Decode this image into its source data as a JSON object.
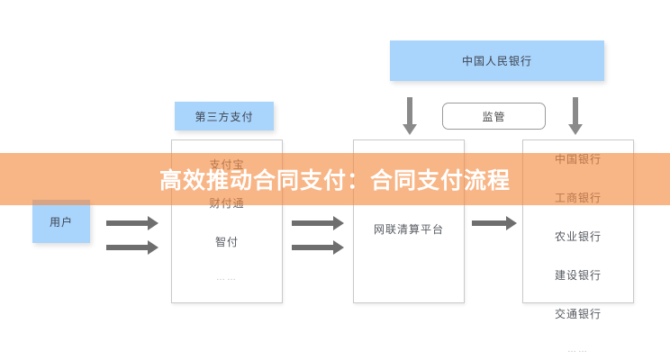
{
  "overlay": {
    "title": "高效推动合同支付：合同支付流程",
    "band_color": "#f4883c",
    "text_color": "#ffffff"
  },
  "diagram": {
    "accent_blue": "#a9d4fc",
    "arrow_gray": "#6e6e6e",
    "nodes": {
      "central_bank": "中国人民银行",
      "supervision": "监管",
      "third_party_payment": "第三方支付",
      "user": "用户"
    },
    "columns": [
      {
        "key": "third_party",
        "header_label": "第三方支付",
        "items": [
          "支付宝",
          "财付通",
          "智付",
          "……"
        ]
      },
      {
        "key": "clearing",
        "items": [
          "网联清算平台"
        ]
      },
      {
        "key": "banks",
        "items": [
          "中国银行",
          "工商银行",
          "农业银行",
          "建设银行",
          "交通银行",
          "……"
        ]
      }
    ]
  }
}
